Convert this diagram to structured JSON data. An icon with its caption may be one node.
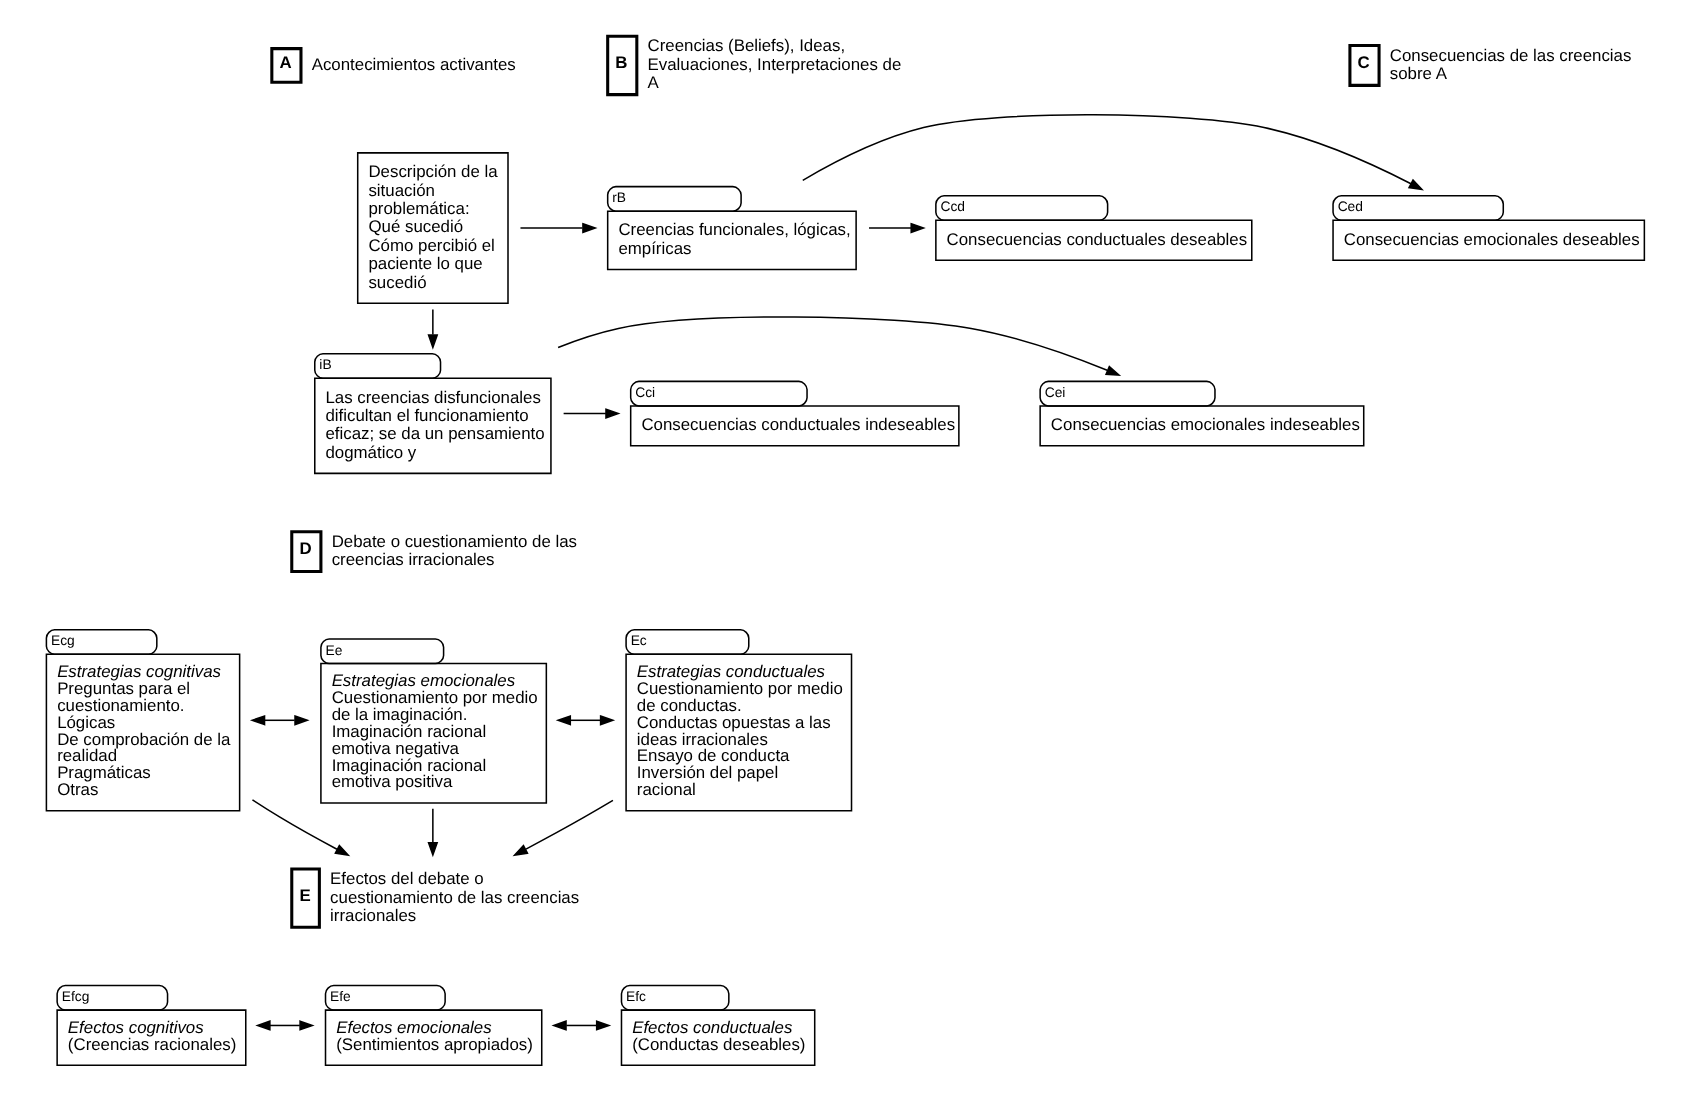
{
  "diagram": {
    "nodes": [
      {
        "text": [
          "A"
        ],
        "beside": [
          "Acontecimientos activantes"
        ]
      },
      {
        "text": [
          "B"
        ],
        "beside": [
          "Creencias (Beliefs), Ideas, Evaluaciones, Interpretaciones de A"
        ]
      },
      {
        "text": [
          "C"
        ],
        "beside": [
          "Consecuencias de las creencias sobre A"
        ]
      },
      {
        "text": [
          "Descripción de la situación problemática:",
          "Qué sucedió",
          "Cómo percibió el paciente lo que sucedió"
        ]
      },
      {
        "text": [
          "Creencias funcionales, lógicas, empíricas"
        ],
        "beside": [
          "rB"
        ]
      },
      {
        "text": [
          "Las creencias disfuncionales dificultan el funcionamiento eficaz; se da un pensamiento dogmático y"
        ],
        "beside": [
          "iB"
        ]
      },
      {
        "text": [
          "Consecuencias emocionales deseables"
        ],
        "beside": [
          "Ced"
        ]
      },
      {
        "text": [
          "Consecuencias conductuales deseables"
        ],
        "beside": [
          "Ccd"
        ]
      },
      {
        "text": [
          "Consecuencias emocionales indeseables"
        ],
        "beside": [
          "Cei"
        ]
      },
      {
        "text": [
          "Consecuencias conductuales indeseables"
        ],
        "beside": [
          "Cci"
        ]
      },
      {
        "text": [
          "D"
        ],
        "beside": [
          "Debate o cuestionamiento de las creencias irracionales"
        ]
      },
      {
        "text": [
          "Estrategias cognitivas",
          "Preguntas para el cuestionamiento.",
          "Lógicas",
          "De comprobación de la realidad",
          "Pragmáticas",
          "Otras"
        ],
        "beside": [
          "Ecg"
        ]
      },
      {
        "text": [
          "Estrategias emocionales",
          "Cuestionamiento por medio de la imaginación.",
          "Imaginación racional emotiva negativa",
          "Imaginación racional emotiva positiva"
        ],
        "beside": [
          "Ee"
        ]
      },
      {
        "text": [
          "Estrategias conductuales",
          "Cuestionamiento por medio de conductas.",
          "Conductas opuestas a las ideas irracionales",
          "Ensayo de conducta",
          "Inversión del papel racional"
        ],
        "beside": [
          "Ec"
        ]
      },
      {
        "text": [
          "E"
        ],
        "beside": [
          "Efectos del debate o cuestionamiento de las creencias irracionales"
        ]
      },
      {
        "text": [
          "Efectos cognitivos",
          "(Creencias racionales)"
        ],
        "beside": [
          "Efcg"
        ]
      },
      {
        "text": [
          "Efectos emocionales",
          "(Sentimientos apropiados)"
        ],
        "beside": [
          "Efe"
        ]
      },
      {
        "text": [
          "Efectos conductuales",
          "(Conductas deseables)"
        ],
        "beside": [
          "Efc"
        ]
      }
    ],
    "edges": [
      {
        "from": 3,
        "to": 4,
        "arrow": "to"
      },
      {
        "from": 3,
        "to": 5,
        "arrow": "to"
      },
      {
        "from": 4,
        "to": 6,
        "arrow": "to"
      },
      {
        "from": 4,
        "to": 7,
        "arrow": "to"
      },
      {
        "from": 5,
        "to": 8,
        "arrow": "to"
      },
      {
        "from": 5,
        "to": 9,
        "arrow": "to"
      },
      {
        "from": 11,
        "to": 12,
        "arrow": "both"
      },
      {
        "from": 12,
        "to": 13,
        "arrow": "both"
      },
      {
        "from": 11,
        "to": 14,
        "arrow": "to"
      },
      {
        "from": 12,
        "to": 14,
        "arrow": "to"
      },
      {
        "from": 13,
        "to": 14,
        "arrow": "to"
      },
      {
        "from": 15,
        "to": 16,
        "arrow": "both"
      },
      {
        "from": 16,
        "to": 17,
        "arrow": "both"
      }
    ]
  }
}
